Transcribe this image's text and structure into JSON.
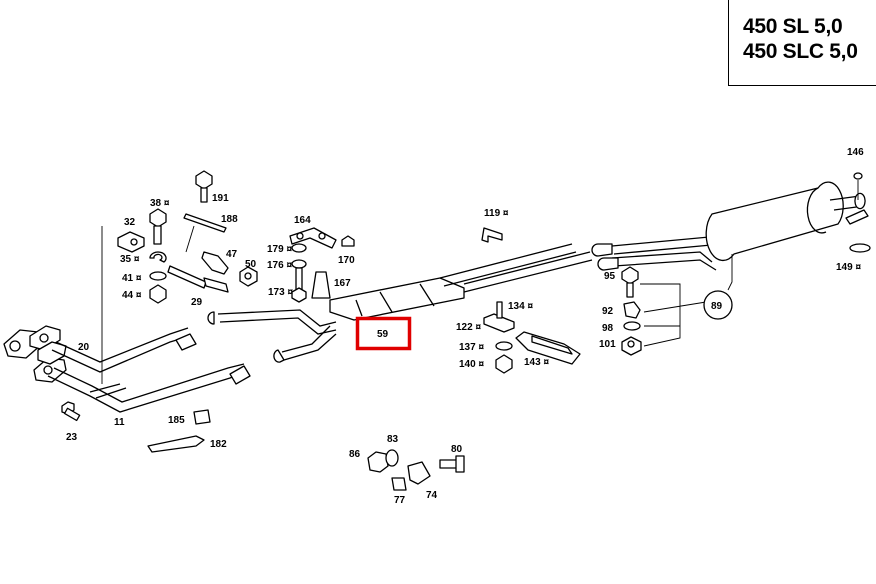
{
  "title": {
    "line1": "450 SL 5,0",
    "line2": "450 SLC 5,0"
  },
  "labels": {
    "p11": "11",
    "p20": "20",
    "p23": "23",
    "p29": "29",
    "p32": "32",
    "p35": "35 ¤",
    "p38": "38 ¤",
    "p41": "41 ¤",
    "p44": "44 ¤",
    "p47": "47",
    "p50": "50",
    "p59": "59",
    "p74": "74",
    "p77": "77",
    "p80": "80",
    "p83": "83",
    "p86": "86",
    "p89": "89",
    "p92": "92",
    "p95": "95",
    "p98": "98",
    "p101": "101",
    "p119": "119 ¤",
    "p122": "122 ¤",
    "p134": "134 ¤",
    "p137": "137 ¤",
    "p140": "140 ¤",
    "p143": "143 ¤",
    "p146": "146",
    "p149": "149 ¤",
    "p164": "164",
    "p167": "167",
    "p170": "170",
    "p173": "173 ¤",
    "p176": "176 ¤",
    "p179": "179 ¤",
    "p182": "182",
    "p185": "185",
    "p188": "188",
    "p191": "191"
  },
  "highlight_color": "#e00000"
}
